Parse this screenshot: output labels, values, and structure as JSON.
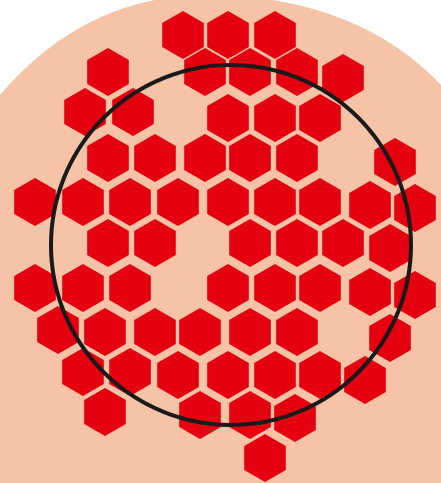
{
  "colors": {
    "background": "#ffffff",
    "blob": "#f6c3a6",
    "cell": "#e4000f",
    "circle": "#1a1a1a"
  },
  "figure": {
    "cell_shape": "hexagon",
    "cell_count": 62,
    "outline_shape": "circle"
  }
}
